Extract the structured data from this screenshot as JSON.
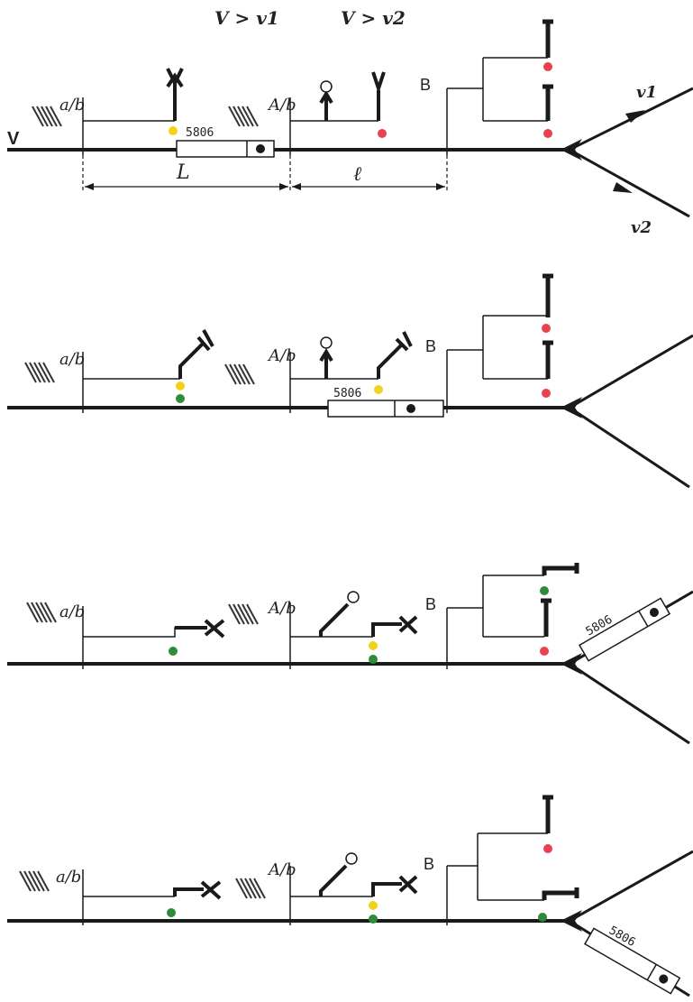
{
  "header": {
    "speed_cond_1": "V > v1",
    "speed_cond_2": "V > v2"
  },
  "labels": {
    "train_speed": "V",
    "distant_signal": "a/b",
    "home_signal": "A/b",
    "exit_signal": "B",
    "branch_speed_1": "v1",
    "branch_speed_2": "v2",
    "train_number": "5806",
    "length_long": "L",
    "length_short": "ℓ"
  },
  "colors": {
    "track": "#1a1a1a",
    "red": "#e8414f",
    "yellow": "#f2d31b",
    "green": "#2e8b3a",
    "hatch": "#333333"
  },
  "panels": [
    {
      "id": "panel-1",
      "lamps": {
        "distant": [
          "yellow"
        ],
        "home": [
          "red"
        ],
        "exit_upper": [
          "red"
        ],
        "exit_lower": [
          "red"
        ]
      },
      "train_position": "before-home"
    },
    {
      "id": "panel-2",
      "lamps": {
        "distant": [
          "yellow",
          "green"
        ],
        "home": [
          "yellow"
        ],
        "exit_upper": [
          "red"
        ],
        "exit_lower": [
          "red"
        ]
      },
      "train_position": "after-home"
    },
    {
      "id": "panel-3",
      "lamps": {
        "distant": [
          "green"
        ],
        "home": [
          "yellow",
          "green"
        ],
        "exit_upper": [
          "green"
        ],
        "exit_lower": [
          "red"
        ]
      },
      "train_position": "branch-upper"
    },
    {
      "id": "panel-4",
      "lamps": {
        "distant": [
          "green"
        ],
        "home": [
          "yellow",
          "green"
        ],
        "exit_upper": [
          "red"
        ],
        "exit_lower": [
          "green"
        ]
      },
      "train_position": "branch-lower"
    }
  ]
}
